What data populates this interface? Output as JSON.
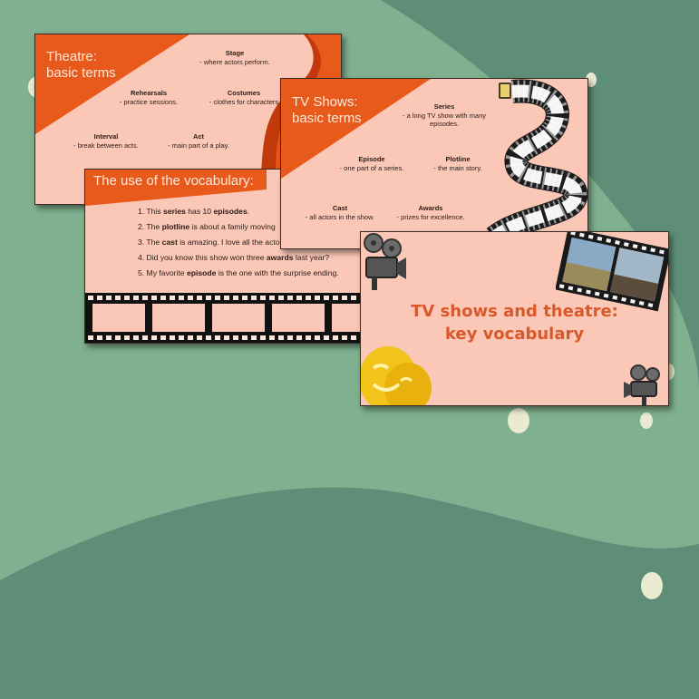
{
  "colors": {
    "background": "#7fb08f",
    "dark_green": "#5e8e78",
    "slide_bg": "#fbc8b8",
    "orange": "#e85a1c",
    "title_text": "#d9582a"
  },
  "slide_theatre": {
    "title": "Theatre:\nbasic terms",
    "terms": [
      {
        "term": "Stage",
        "def": "- where actors perform."
      },
      {
        "term": "Rehearsals",
        "def": "- practice sessions."
      },
      {
        "term": "Costumes",
        "def": "- clothes for characters"
      },
      {
        "term": "Interval",
        "def": "- break between acts."
      },
      {
        "term": "Act",
        "def": "- main part of a play."
      }
    ]
  },
  "slide_tv": {
    "title": "TV Shows:\nbasic terms",
    "terms": [
      {
        "term": "Series",
        "def": "-    a long TV show  with many episodes."
      },
      {
        "term": "Episode",
        "def": "- one part of a series."
      },
      {
        "term": "Plotline",
        "def": "- the main story."
      },
      {
        "term": "Cast",
        "def": "- all actors in the show."
      },
      {
        "term": "Awards",
        "def": "- prizes for excellence."
      }
    ]
  },
  "slide_vocab": {
    "title": "The use of the vocabulary:",
    "sentences": [
      {
        "pre": "1. This ",
        "b1": "series",
        "mid": " has 10 ",
        "b2": "episodes",
        "post": "."
      },
      {
        "pre": "2. The ",
        "b1": "plotline",
        "mid": " is about a family moving",
        "b2": "",
        "post": ""
      },
      {
        "pre": "3. The ",
        "b1": "cast",
        "mid": " is amazing. I love all the acto",
        "b2": "",
        "post": ""
      },
      {
        "pre": "4. Did you know this show won three ",
        "b1": "awards",
        "mid": " last year?",
        "b2": "",
        "post": ""
      },
      {
        "pre": "5. My favorite ",
        "b1": "episode",
        "mid": " is the one with the surprise ending.",
        "b2": "",
        "post": ""
      }
    ]
  },
  "slide_title": {
    "line1": "TV shows and theatre:",
    "line2": "key vocabulary"
  }
}
